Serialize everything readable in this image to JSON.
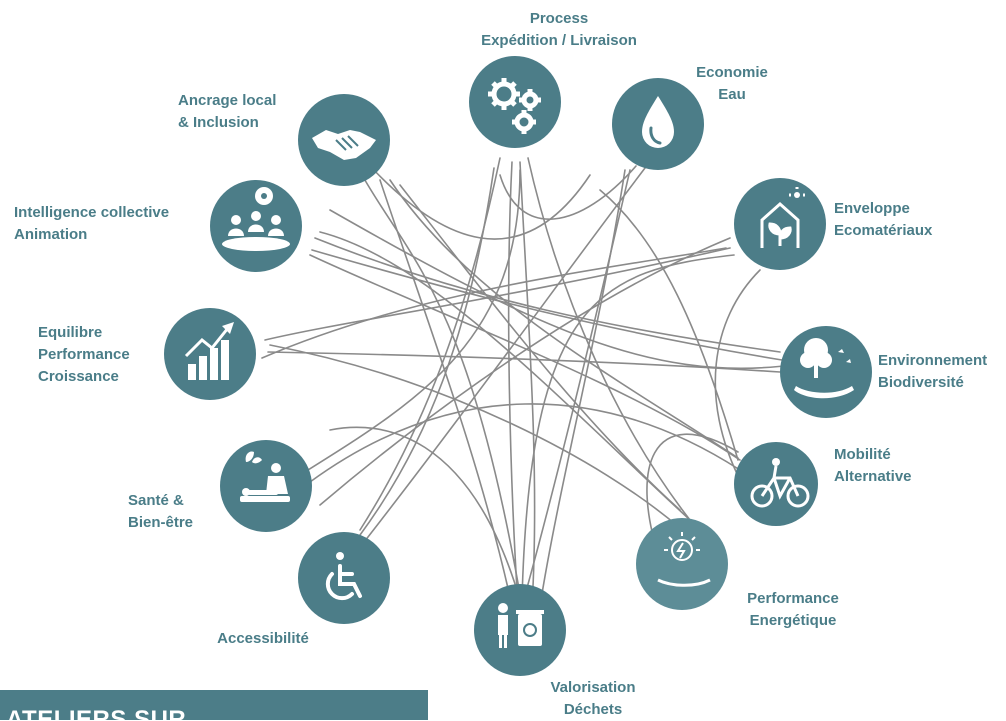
{
  "colors": {
    "circle": "#4c7d88",
    "circle_faded": "#5d8d97",
    "label": "#4a7d88",
    "banner_bg": "#4c7d88",
    "banner_text": "#ffffff",
    "curve": "#8a8a8a"
  },
  "nodes": [
    {
      "id": "process",
      "icon": "gears-icon",
      "lines": [
        "Process",
        "Expédition / Livraison"
      ]
    },
    {
      "id": "eau",
      "icon": "water-drop-icon",
      "lines": [
        "Economie",
        "Eau"
      ]
    },
    {
      "id": "enveloppe",
      "icon": "greenhouse-plant-icon",
      "lines": [
        "Enveloppe",
        "Ecomatériaux"
      ]
    },
    {
      "id": "environnement",
      "icon": "tree-hand-icon",
      "lines": [
        "Environnement",
        "Biodiversité"
      ]
    },
    {
      "id": "mobilite",
      "icon": "bicycle-icon",
      "lines": [
        "Mobilité",
        "Alternative"
      ]
    },
    {
      "id": "energie",
      "icon": "energy-hand-icon",
      "lines": [
        "Performance",
        "Energétique"
      ]
    },
    {
      "id": "dechets",
      "icon": "recycle-bin-icon",
      "lines": [
        "Valorisation",
        "Déchets"
      ]
    },
    {
      "id": "accessibilite",
      "icon": "wheelchair-icon",
      "lines": [
        "Accessibilité"
      ]
    },
    {
      "id": "sante",
      "icon": "massage-icon",
      "lines": [
        "Santé &",
        "Bien-être"
      ]
    },
    {
      "id": "performance",
      "icon": "growth-chart-icon",
      "lines": [
        "Equilibre",
        "Performance",
        "Croissance"
      ]
    },
    {
      "id": "intelligence",
      "icon": "meeting-icon",
      "lines": [
        "Intelligence collective",
        "Animation"
      ]
    },
    {
      "id": "ancrage",
      "icon": "handshake-icon",
      "lines": [
        "Ancrage local",
        "& Inclusion"
      ]
    }
  ],
  "banner": {
    "text": "ATELIERS SUR"
  }
}
